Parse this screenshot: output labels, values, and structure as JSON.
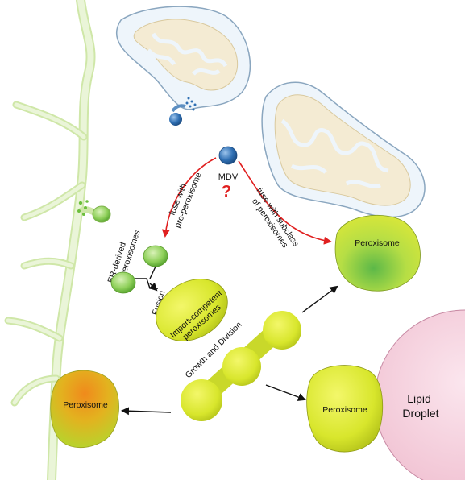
{
  "labels": {
    "mdv": "MDV",
    "question": "?",
    "fuse_pre_line1": "fuse with",
    "fuse_pre_line2": "pre-peroxisome",
    "fuse_sub_line1": "fuse with subclass",
    "fuse_sub_line2": "of peroxisomes",
    "er_line1": "ER-derived",
    "er_line2": "pre-peroxisomes",
    "fusion": "Fusion",
    "import_line1": "Import-competent",
    "import_line2": "peroxisomes",
    "growth": "Growth and Division",
    "peroxisome_top": "Peroxisome",
    "peroxisome_left": "Peroxisome",
    "peroxisome_right": "Peroxisome",
    "lipid_line1": "Lipid",
    "lipid_line2": "Droplet"
  },
  "colors": {
    "er": "#e6f3cf",
    "er_stroke": "#9ccc65",
    "mito_outer": "#e8f1f8",
    "mito_stroke": "#7d9ab3",
    "mito_cristae": "#f3ead2",
    "red_arrow": "#e02020",
    "black_arrow": "#111111",
    "green_vesicle": "#6cbf3c",
    "yellow_peroxisome": "#dce83a",
    "lipid_droplet": "#f6d3de",
    "mdv_blue": "#2f6fb3"
  }
}
